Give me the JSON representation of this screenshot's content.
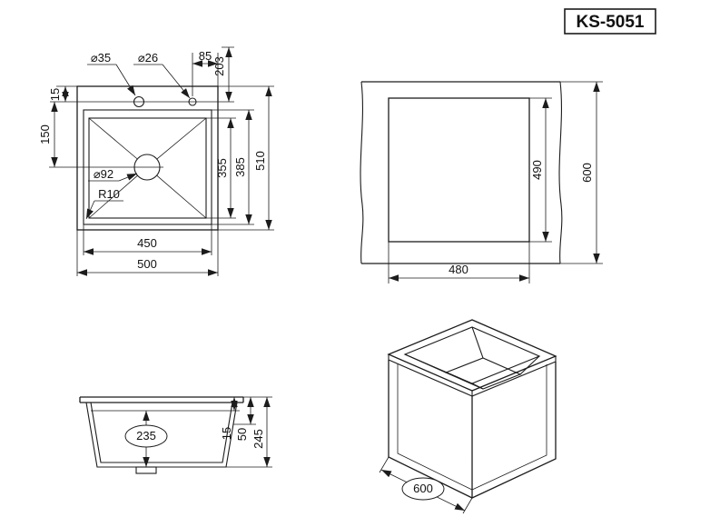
{
  "title": "KS-5051",
  "plan_view": {
    "hole_large_label": "⌀35",
    "hole_small_label": "⌀26",
    "dim_hole_to_edge": "85",
    "dim_203": "203",
    "dim_top_to_holes": "15",
    "dim_holes_to_drain": "150",
    "dim_bowl_inner": "355",
    "dim_bowl": "385",
    "dim_overall_depth": "510",
    "drain_label": "⌀92",
    "corner_radius_label": "R10",
    "dim_bowl_width": "450",
    "dim_overall_width": "500"
  },
  "cutout_view": {
    "dim_cutout_height": "490",
    "dim_counter_depth": "600",
    "dim_cutout_width": "480"
  },
  "section_view": {
    "dim_bowl_depth": "235",
    "dim_15": "15",
    "dim_50": "50",
    "dim_total_height": "245"
  },
  "iso_view": {
    "dim_width": "600"
  }
}
